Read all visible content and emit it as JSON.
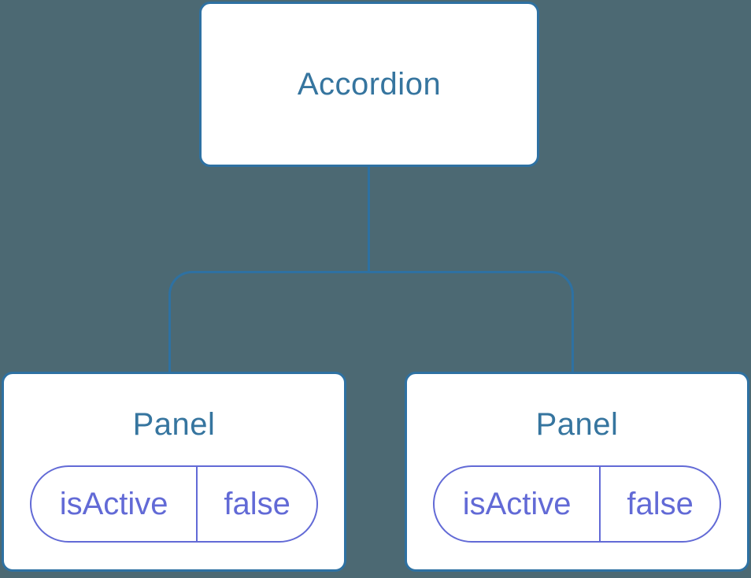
{
  "diagram_type": "react-component-tree",
  "palette": {
    "background": "#4C6973",
    "node_background": "#FFFFFF",
    "node_border": "#2E71A2",
    "node_text": "#36759F",
    "connector": "#2E71A2",
    "state_accent": "#626AD6"
  },
  "tree": {
    "root": {
      "label": "Accordion"
    },
    "children": [
      {
        "label": "Panel",
        "state": {
          "key": "isActive",
          "value": "false"
        }
      },
      {
        "label": "Panel",
        "state": {
          "key": "isActive",
          "value": "false"
        }
      }
    ]
  }
}
